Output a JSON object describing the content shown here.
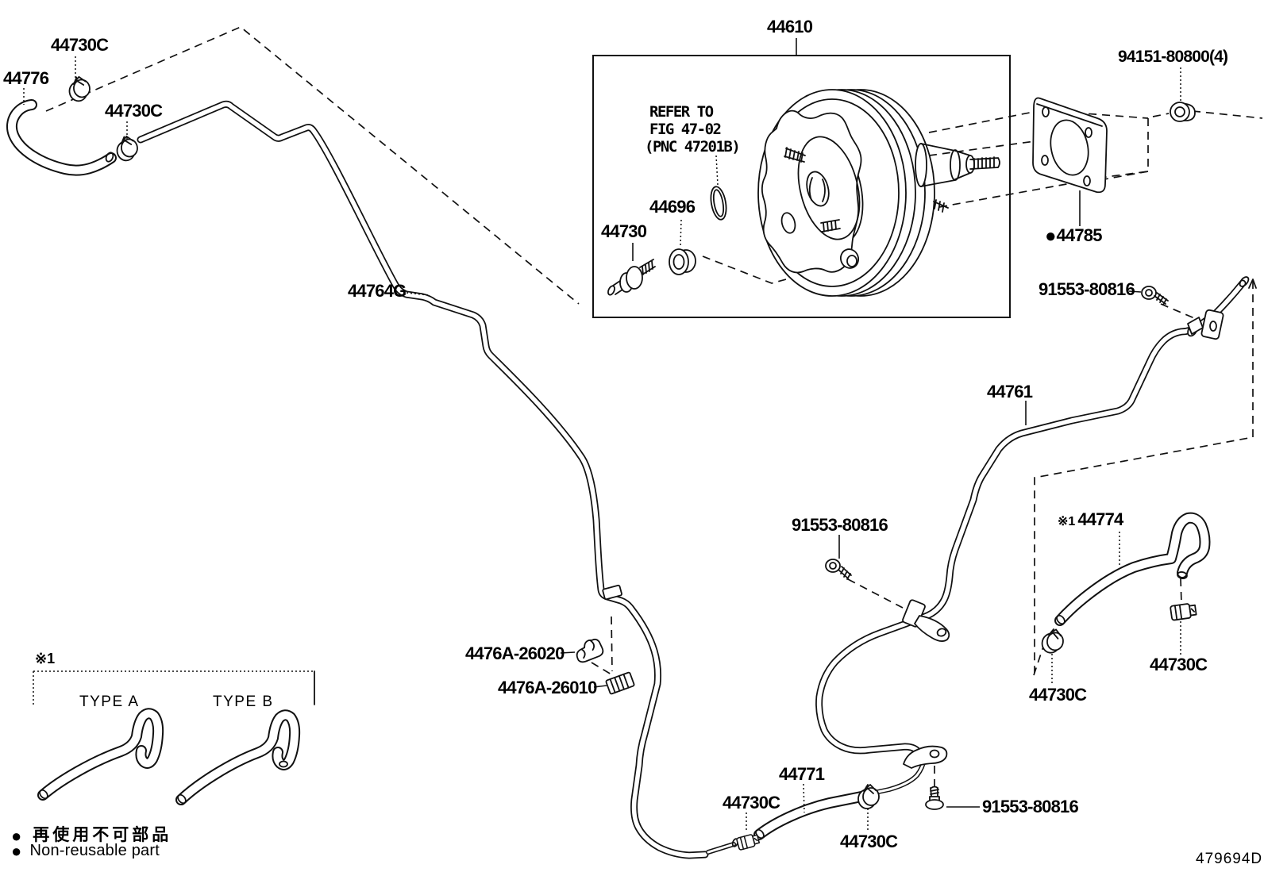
{
  "diagram": {
    "doc_number": "479694D",
    "marker": "●",
    "ref_mark": "※1",
    "parts": {
      "p44610": "44610",
      "p44776": "44776",
      "p44730c": "44730C",
      "p44730": "44730",
      "p44696": "44696",
      "p44764g": "44764G",
      "p44761": "44761",
      "p44774": "44774",
      "p44771": "44771",
      "p44785": "44785",
      "p94151": "94151-80800(4)",
      "p91553": "91553-80816",
      "p4476a_26020": "4476A-26020",
      "p4476a_26010": "4476A-26010"
    },
    "refer_note": {
      "line1": "REFER TO",
      "line2": "FIG 47-02",
      "line3": "(PNC 47201B)"
    },
    "legend": {
      "type_a": "TYPE A",
      "type_b": "TYPE B",
      "jp": "再使用不可部品",
      "en": "Non-reusable part"
    }
  }
}
